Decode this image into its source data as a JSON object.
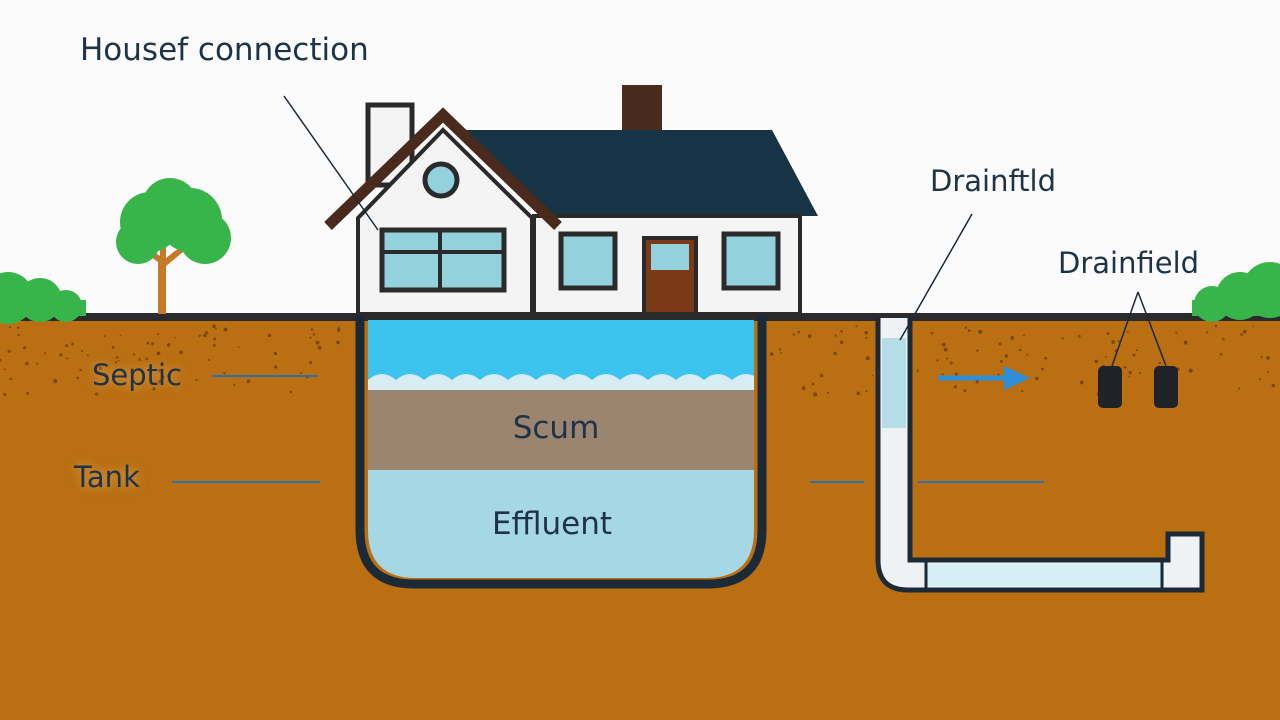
{
  "labels": {
    "house_connection": "Housef connection",
    "drainfield_top": "Drainftld",
    "drainfield_right": "Drainfield",
    "septic": "Septic",
    "tank": "Tank",
    "scum": "Scum",
    "effluent": "Effluent"
  },
  "colors": {
    "sky": "#fbfbfb",
    "soil": "#b96f12",
    "soil_speckle": "#7d4508",
    "outline": "#1c2a38",
    "roof": "#173447",
    "wall": "#f4f4f4",
    "window": "#93d2dc",
    "door": "#7a3a17",
    "chimney": "#4a2a1c",
    "water_top": "#3cc4ef",
    "scum": "#9c8570",
    "effluent": "#a6d7e5",
    "pipe": "#eef2f4",
    "arrow": "#2f8fd6",
    "tree": "#38b54a",
    "trunk": "#c57a2a"
  },
  "icons": [
    "tree-icon",
    "bush-icon",
    "house-icon",
    "flow-arrow-icon"
  ]
}
